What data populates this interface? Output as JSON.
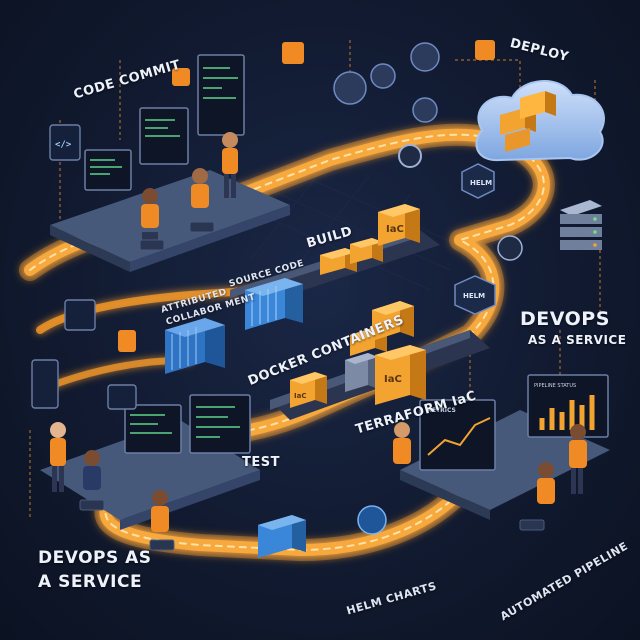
{
  "labels": {
    "code_commit": "CODE COMMIT",
    "deploy": "DEPLOY",
    "build": "BUILD",
    "source_code": "SOURCE CODE",
    "attributed_line1": "ATTRIBUTED",
    "attributed_line2": "COLLABOR MENT",
    "docker_containers": "DOCKER CONTAINERS",
    "terraform_iac": "TERRAFORM IaC",
    "test": "TEST",
    "devops_right_line1": "DEVOPS",
    "devops_right_line2": "AS A SERVICE",
    "devops_left_line1": "DEVOPS AS",
    "devops_left_line2": "A SERVICE",
    "helm_charts": "HELM CHARTS",
    "automated_pipeline": "AUTOMATED PIPELINE",
    "pipeline_status": "PIPELINE STATUS",
    "metrics": "METRICS"
  },
  "badges": {
    "helm_1": "HELM",
    "helm_2": "HELM",
    "iac_1": "IaC",
    "iac_2": "IaC",
    "iac_3": "IaC",
    "code_icon": "</>"
  },
  "icons": [
    "code-icon",
    "git-icon",
    "docker-icon",
    "jenkins-icon",
    "kubernetes-icon",
    "terraform-icon",
    "helm-icon",
    "cloud-icon",
    "server-icon",
    "chart-icon"
  ],
  "colors": {
    "background": "#111a30",
    "pipeline_glow": "#f59a2a",
    "container_blue": "#3a86d8",
    "crate_orange": "#f2a330",
    "desk_gray": "#5b6f8f",
    "person_orange": "#f08a24"
  }
}
